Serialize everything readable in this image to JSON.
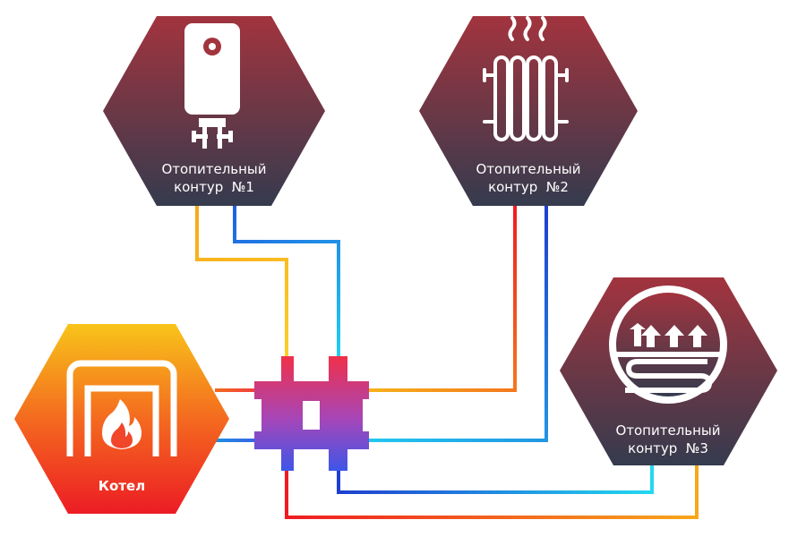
{
  "nodes": {
    "boiler": {
      "label": "Котел"
    },
    "circuit1": {
      "line1": "Отопительный",
      "line2": "контур  №1"
    },
    "circuit2": {
      "line1": "Отопительный",
      "line2": "контур  №2"
    },
    "circuit3": {
      "line1": "Отопительный",
      "line2": "контур  №3"
    }
  },
  "icons": {
    "boiler": "boiler-flame-icon",
    "circuit1": "water-heater-icon",
    "circuit2": "radiator-icon",
    "circuit3": "underfloor-heating-icon",
    "hub": "hydraulic-manifold-icon"
  },
  "colors": {
    "hex_top": "#a2343e",
    "hex_bottom": "#353b4e",
    "boiler_top": "#f8c21a",
    "boiler_bottom": "#ec1c24",
    "supply_hot": "#ef1b22",
    "supply_warm": "#f7a81b",
    "return_cold": "#1f3fd0",
    "return_cyan": "#23d8ef"
  }
}
